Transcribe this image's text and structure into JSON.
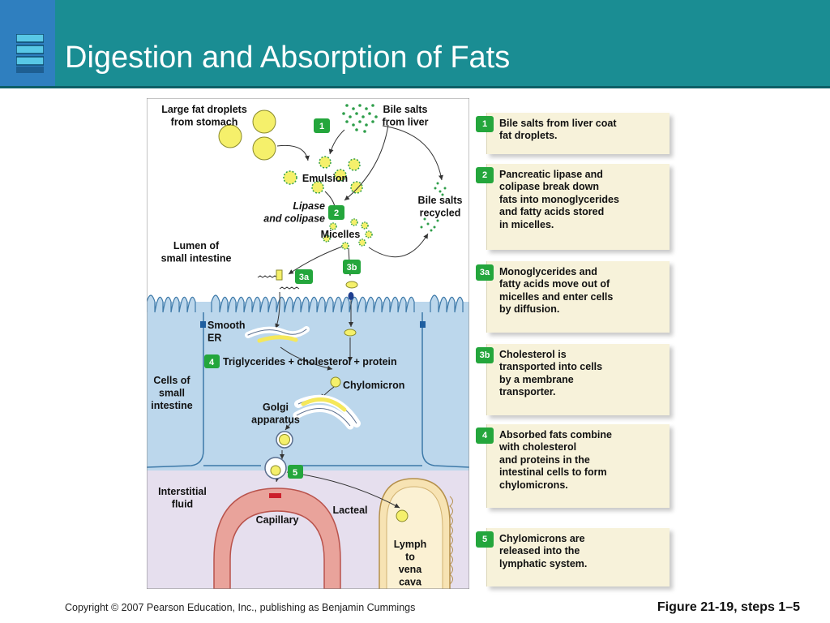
{
  "slide": {
    "title": "Digestion and Absorption of Fats",
    "copyright": "Copyright © 2007 Pearson Education, Inc., publishing as Benjamin Cummings",
    "figure_caption": "Figure 21-19, steps 1–5"
  },
  "colors": {
    "header": "#1a8d93",
    "header_accent": "#2f7fbf",
    "step_badge": "#24a63c",
    "lumen": "#ffffff",
    "cell": "#bcd7ec",
    "interstitial": "#e6dfee",
    "capillary": "#e9a39b",
    "lacteal": "#f7e3b3",
    "droplet": "#f5f06b"
  },
  "diagram": {
    "labels": {
      "fat_droplets": "Large fat droplets\nfrom stomach",
      "bile_salts": "Bile salts\nfrom liver",
      "emulsion": "Emulsion",
      "lipase": "Lipase\nand colipase",
      "bile_recycled": "Bile salts\nrecycled",
      "micelles": "Micelles",
      "lumen": "Lumen of\nsmall intestine",
      "smooth_er": "Smooth\nER",
      "triglycerides": "Triglycerides + cholesterol + protein",
      "chylomicron": "Chylomicron",
      "cells": "Cells of\nsmall\nintestine",
      "golgi": "Golgi\napparatus",
      "interstitial": "Interstitial\nfluid",
      "capillary": "Capillary",
      "lacteal": "Lacteal",
      "lymph": "Lymph\nto\nvena\ncava"
    },
    "markers": {
      "m1": "1",
      "m2": "2",
      "m3a": "3a",
      "m3b": "3b",
      "m4": "4",
      "m5": "5"
    }
  },
  "steps": [
    {
      "num": "1",
      "text": "Bile salts from liver coat\nfat droplets."
    },
    {
      "num": "2",
      "text": "Pancreatic lipase and\ncolipase break down\nfats into monoglycerides\nand fatty acids stored\nin micelles."
    },
    {
      "num": "3a",
      "text": "Monoglycerides and\nfatty acids move out of\nmicelles and enter cells\nby diffusion."
    },
    {
      "num": "3b",
      "text": "Cholesterol is\ntransported into cells\nby a membrane\ntransporter."
    },
    {
      "num": "4",
      "text": "Absorbed fats combine\nwith cholesterol\nand proteins in the\nintestinal cells to form\nchylomicrons."
    },
    {
      "num": "5",
      "text": "Chylomicrons are\nreleased into the\nlymphatic system."
    }
  ]
}
